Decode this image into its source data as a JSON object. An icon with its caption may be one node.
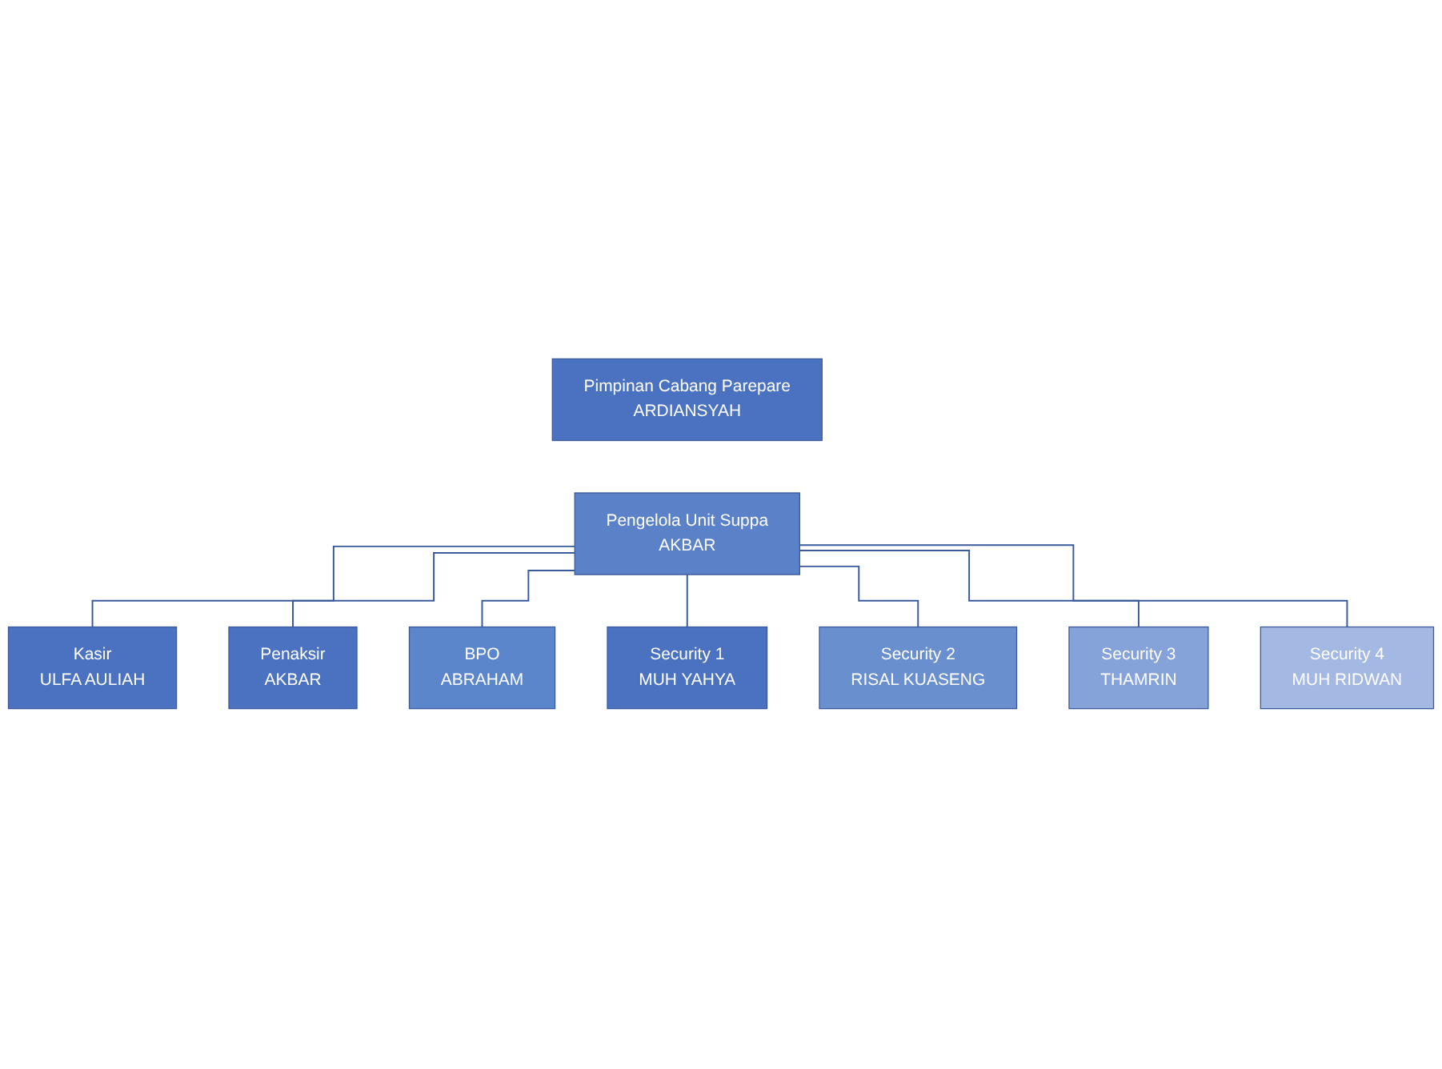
{
  "diagram": {
    "nodes": [
      {
        "text": [
          "Pimpinan Cabang Parepare",
          "ARDIANSYAH"
        ]
      },
      {
        "text": [
          "Pengelola Unit Suppa",
          "AKBAR"
        ]
      },
      {
        "text": [
          "Kasir",
          "ULFA AULIAH"
        ]
      },
      {
        "text": [
          "Penaksir",
          "AKBAR"
        ]
      },
      {
        "text": [
          "BPO",
          "ABRAHAM"
        ]
      },
      {
        "text": [
          "Security 1",
          "MUH YAHYA"
        ]
      },
      {
        "text": [
          "Security 2",
          "RISAL KUASENG"
        ]
      },
      {
        "text": [
          "Security 3",
          "THAMRIN"
        ]
      },
      {
        "text": [
          "Security 4",
          "MUH RIDWAN"
        ]
      }
    ],
    "edges": [
      {
        "from": 1,
        "to": 2,
        "arrow": "none"
      },
      {
        "from": 1,
        "to": 3,
        "arrow": "none"
      },
      {
        "from": 1,
        "to": 4,
        "arrow": "none"
      },
      {
        "from": 1,
        "to": 5,
        "arrow": "none"
      },
      {
        "from": 1,
        "to": 6,
        "arrow": "none"
      },
      {
        "from": 1,
        "to": 7,
        "arrow": "none"
      },
      {
        "from": 1,
        "to": 8,
        "arrow": "none"
      }
    ]
  }
}
